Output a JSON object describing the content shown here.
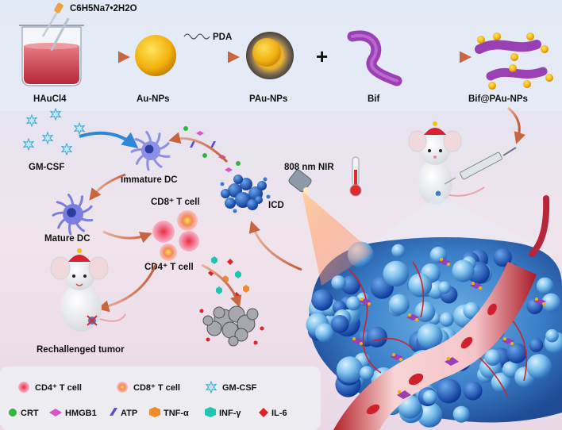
{
  "synthesis": {
    "reagent": "C6H5Na7•2H2O",
    "precursor": "HAuCl4",
    "au_nps": "Au-NPs",
    "pda": "PDA",
    "pau_nps": "PAu-NPs",
    "plus": "+",
    "bif": "Bif",
    "product": "Bif@PAu-NPs"
  },
  "immune": {
    "gm_csf": "GM-CSF",
    "immature_dc": "Immature DC",
    "mature_dc": "Mature DC",
    "cd8_t_cell": "CD8⁺ T cell",
    "cd4_t_cell": "CD4⁺ T cell",
    "icd": "ICD",
    "nir": "808 nm NIR",
    "rechallenged": "Rechallenged tumor"
  },
  "legend": {
    "row1": [
      {
        "name": "CD4⁺ T cell",
        "icon": "cd4-cell-icon",
        "color": "#e8507a"
      },
      {
        "name": "CD8⁺ T cell",
        "icon": "cd8-cell-icon",
        "color": "#f2a23c"
      },
      {
        "name": "GM-CSF",
        "icon": "gm-csf-icon",
        "color": "#5cc8e8"
      }
    ],
    "row2": [
      {
        "name": "CRT",
        "icon": "crt-icon",
        "color": "#2db83d"
      },
      {
        "name": "HMGB1",
        "icon": "hmgb1-icon",
        "color": "#d456c8"
      },
      {
        "name": "ATP",
        "icon": "atp-icon",
        "color": "#5a4fd6"
      },
      {
        "name": "TNF-α",
        "icon": "tnf-icon",
        "color": "#f08a2a"
      },
      {
        "name": "INF-γ",
        "icon": "inf-icon",
        "color": "#22c4b4"
      },
      {
        "name": "IL-6",
        "icon": "il6-icon",
        "color": "#e0202a"
      }
    ]
  }
}
